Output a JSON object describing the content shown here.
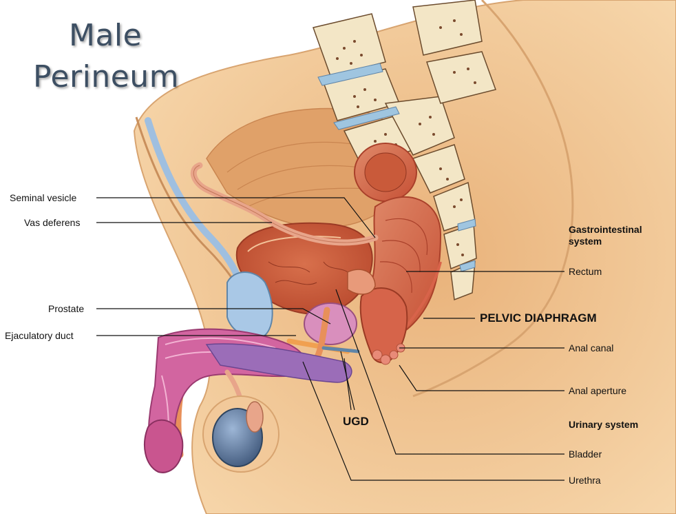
{
  "title": {
    "line1": "Male",
    "line2": "Perineum"
  },
  "labels_left": {
    "seminal_vesicle": "Seminal vesicle",
    "vas_deferens": "Vas deferens",
    "prostate": "Prostate",
    "ejaculatory_duct": "Ejaculatory duct"
  },
  "labels_right": {
    "gi_heading_1": "Gastrointestinal",
    "gi_heading_2": "system",
    "rectum": "Rectum",
    "pelvic_diaphragm": "PELVIC DIAPHRAGM",
    "anal_canal": "Anal canal",
    "anal_aperture": "Anal aperture",
    "urinary_heading": "Urinary system",
    "bladder": "Bladder",
    "urethra": "Urethra"
  },
  "labels_center": {
    "ugd": "UGD"
  },
  "colors": {
    "skin": "#f6d2a0",
    "skin_outline": "#d8a470",
    "muscle": "#e3a56d",
    "bladder": "#e4825f",
    "bladder_inner": "#c95a3a",
    "rectum": "#d9694a",
    "prostate": "#d98fbd",
    "erectile": "#c9558f",
    "vessel_blue": "#9fbfe0",
    "testis": "#5f7fa8",
    "bone": "#f3e6c6",
    "bone_dots": "#7a4a2e",
    "disc": "#9fc5e0",
    "title": "#3d4f63"
  }
}
